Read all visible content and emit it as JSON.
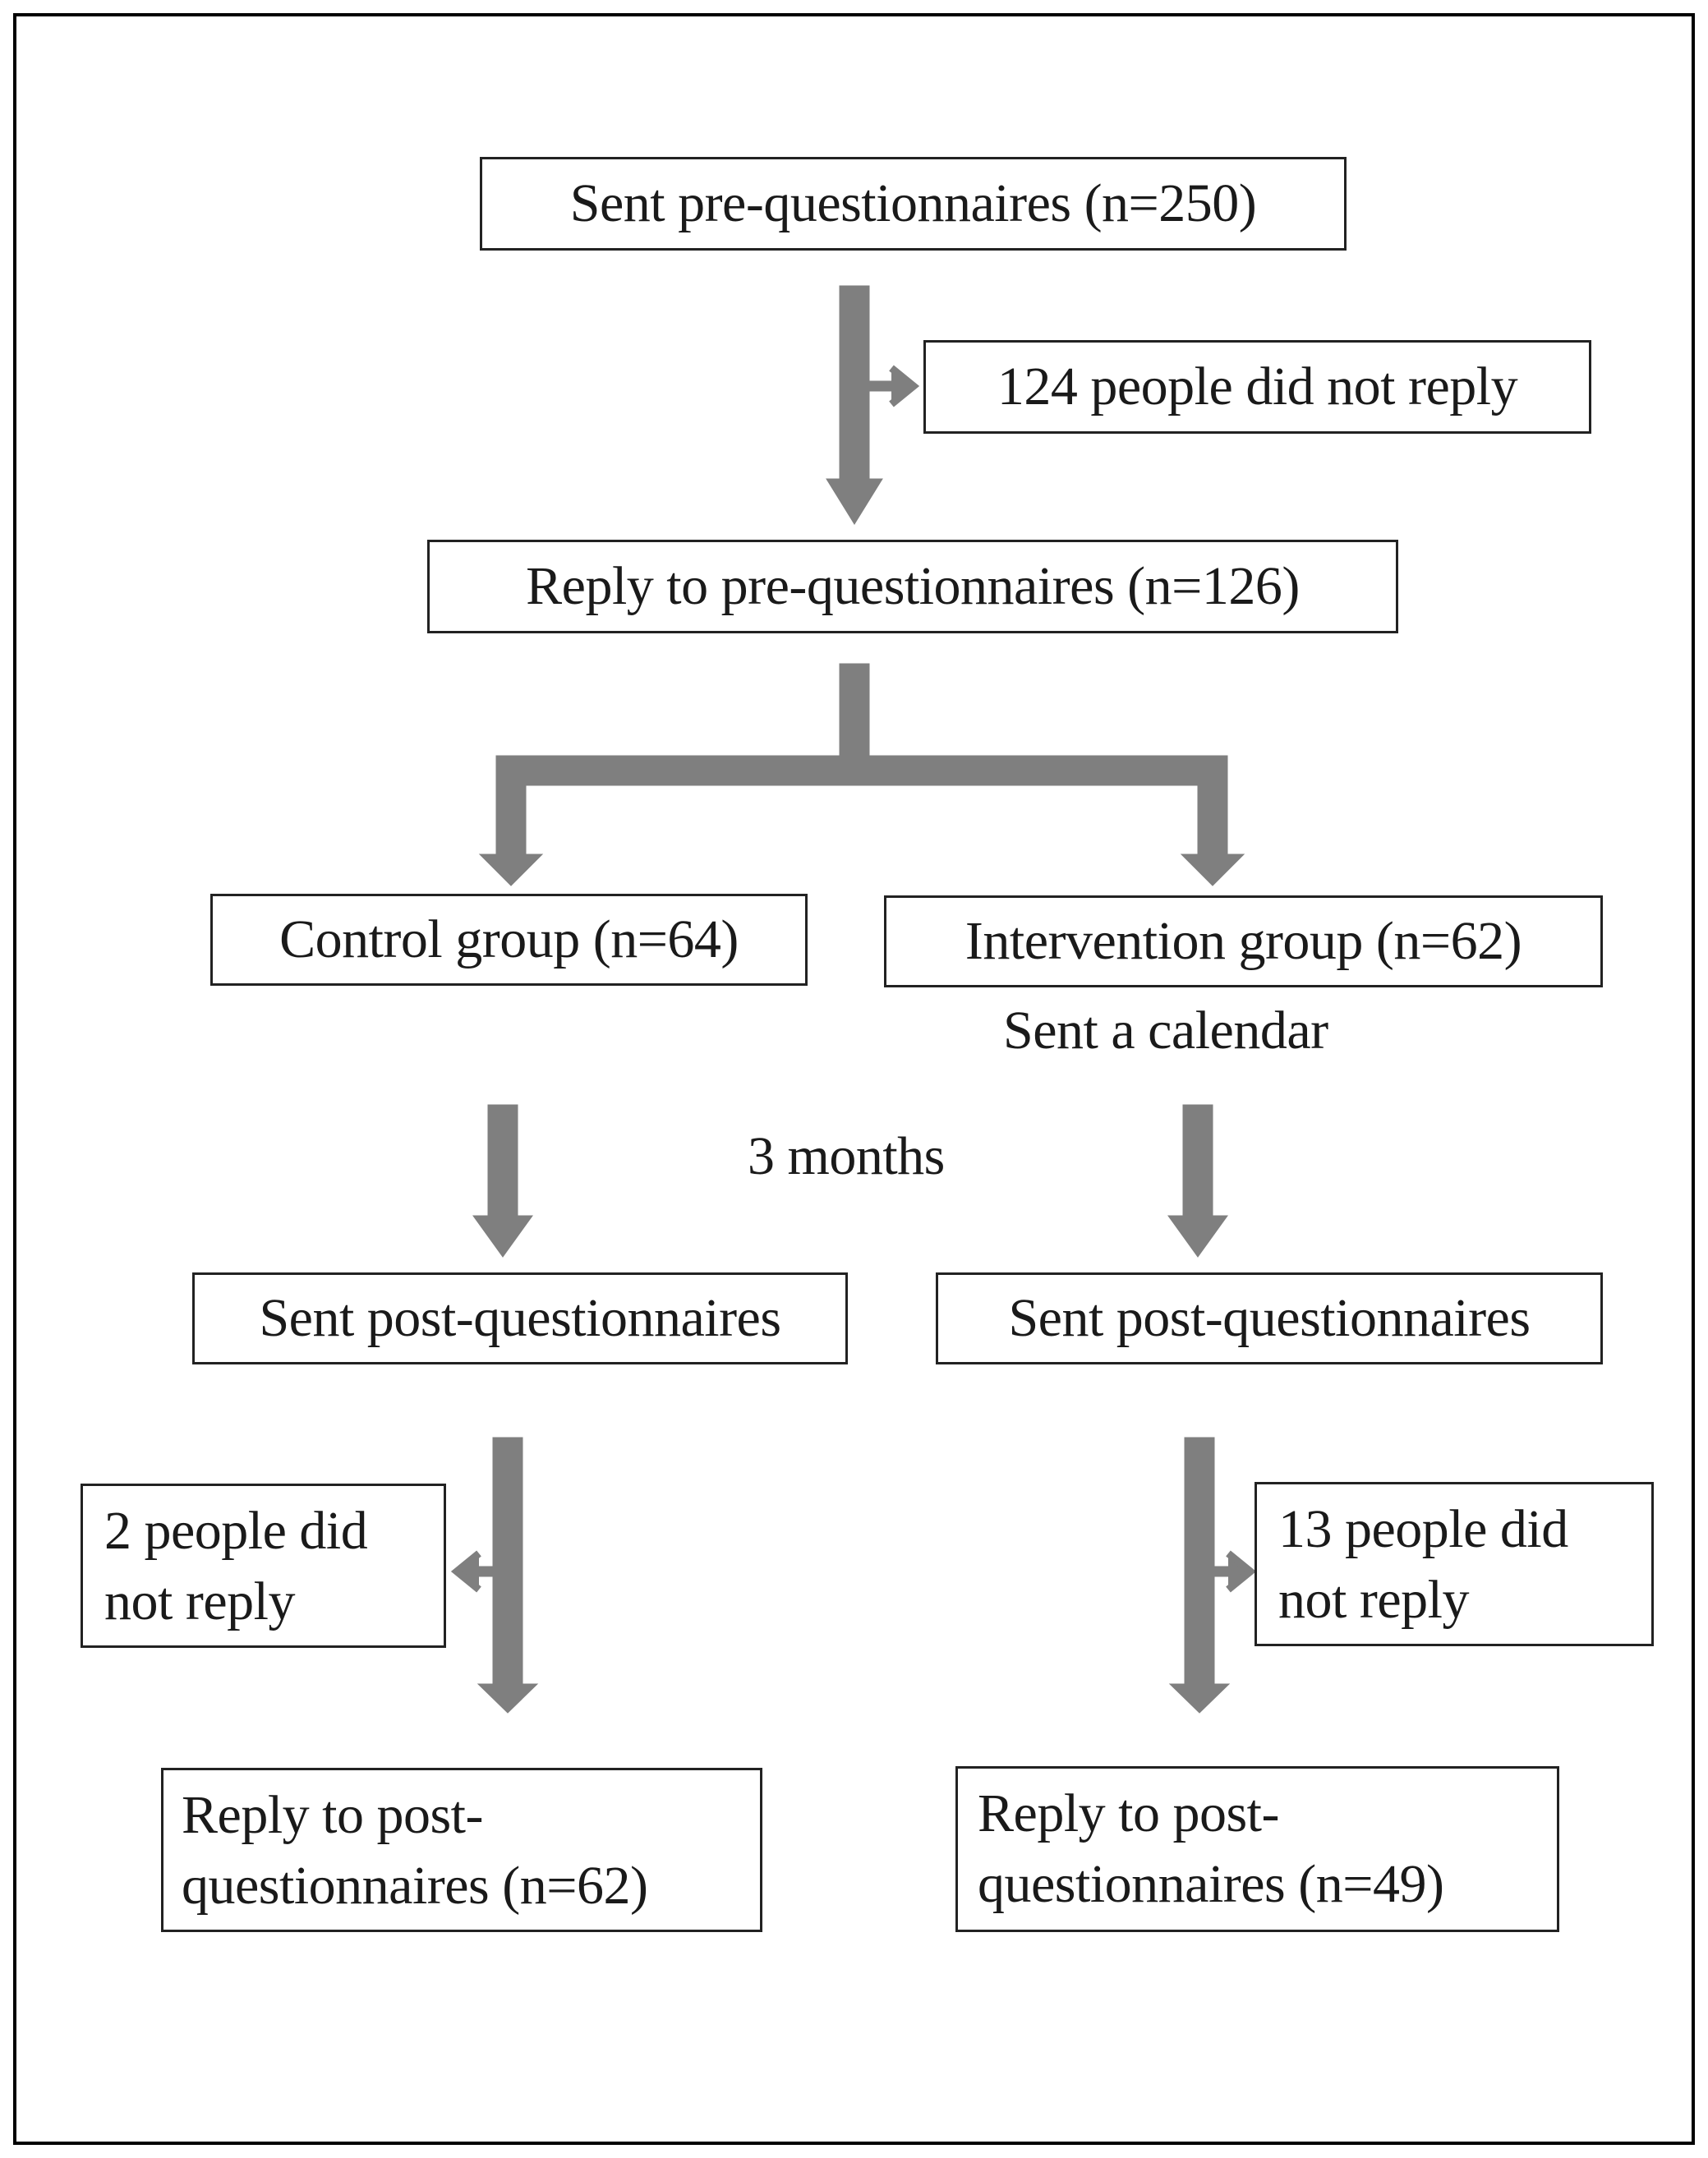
{
  "colors": {
    "arrow": "#7f7f7f",
    "border": "#222222",
    "frame": "#000000"
  },
  "nodes": {
    "sent_pre": "Sent pre-questionnaires (n=250)",
    "no_reply_pre": "124 people did not reply",
    "reply_pre": "Reply to pre-questionnaires (n=126)",
    "control_group": "Control group (n=64)",
    "intervention_group": "Intervention group (n=62)",
    "sent_post_control": "Sent post-questionnaires",
    "sent_post_intervention": "Sent post-questionnaires",
    "no_reply_control": [
      "2 people did",
      "not reply"
    ],
    "no_reply_intervention": [
      "13 people did",
      "not reply"
    ],
    "reply_post_control": [
      "Reply to post-",
      "questionnaires (n=62)"
    ],
    "reply_post_intervention": [
      "Reply to post-",
      "questionnaires (n=49)"
    ]
  },
  "notes": {
    "sent_calendar": "Sent a calendar",
    "interval": "3 months"
  }
}
